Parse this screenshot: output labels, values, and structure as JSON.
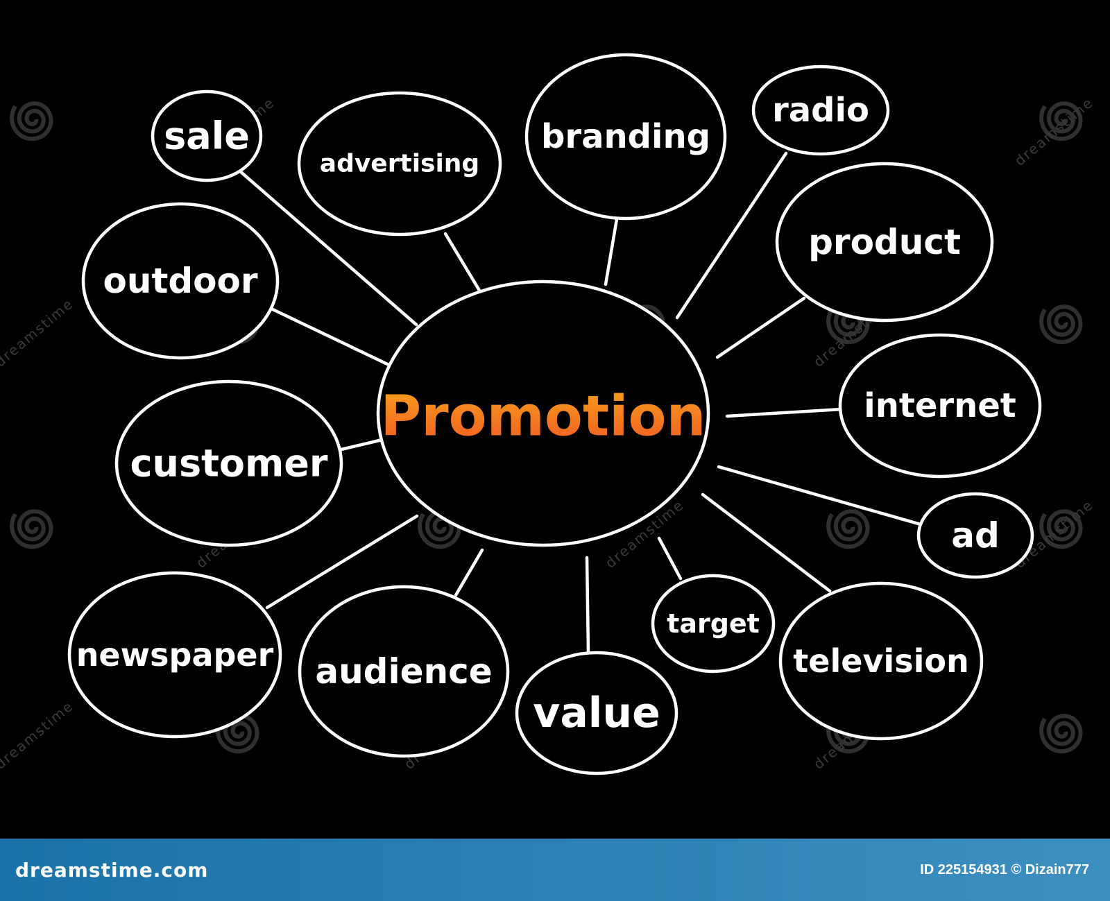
{
  "center": {
    "label": "Promotion"
  },
  "topics": [
    {
      "id": "sale",
      "label": "sale"
    },
    {
      "id": "advertising",
      "label": "advertising"
    },
    {
      "id": "branding",
      "label": "branding"
    },
    {
      "id": "radio",
      "label": "radio"
    },
    {
      "id": "product",
      "label": "product"
    },
    {
      "id": "outdoor",
      "label": "outdoor"
    },
    {
      "id": "internet",
      "label": "internet"
    },
    {
      "id": "customer",
      "label": "customer"
    },
    {
      "id": "ad",
      "label": "ad"
    },
    {
      "id": "newspaper",
      "label": "newspaper"
    },
    {
      "id": "audience",
      "label": "audience"
    },
    {
      "id": "value",
      "label": "value"
    },
    {
      "id": "target",
      "label": "target"
    },
    {
      "id": "television",
      "label": "television"
    }
  ],
  "watermark": {
    "text": "dreamstime"
  },
  "footer": {
    "logo": "dreamstime.com",
    "credit": "ID 225154931 © Dizain777"
  },
  "colors": {
    "background": "#000000",
    "stroke": "#ffffff",
    "center_gradient_top": "#f7a21b",
    "center_gradient_bottom": "#f15a24",
    "footer_band_left": "#1a73a8",
    "footer_band_right": "#3d8fc0"
  }
}
